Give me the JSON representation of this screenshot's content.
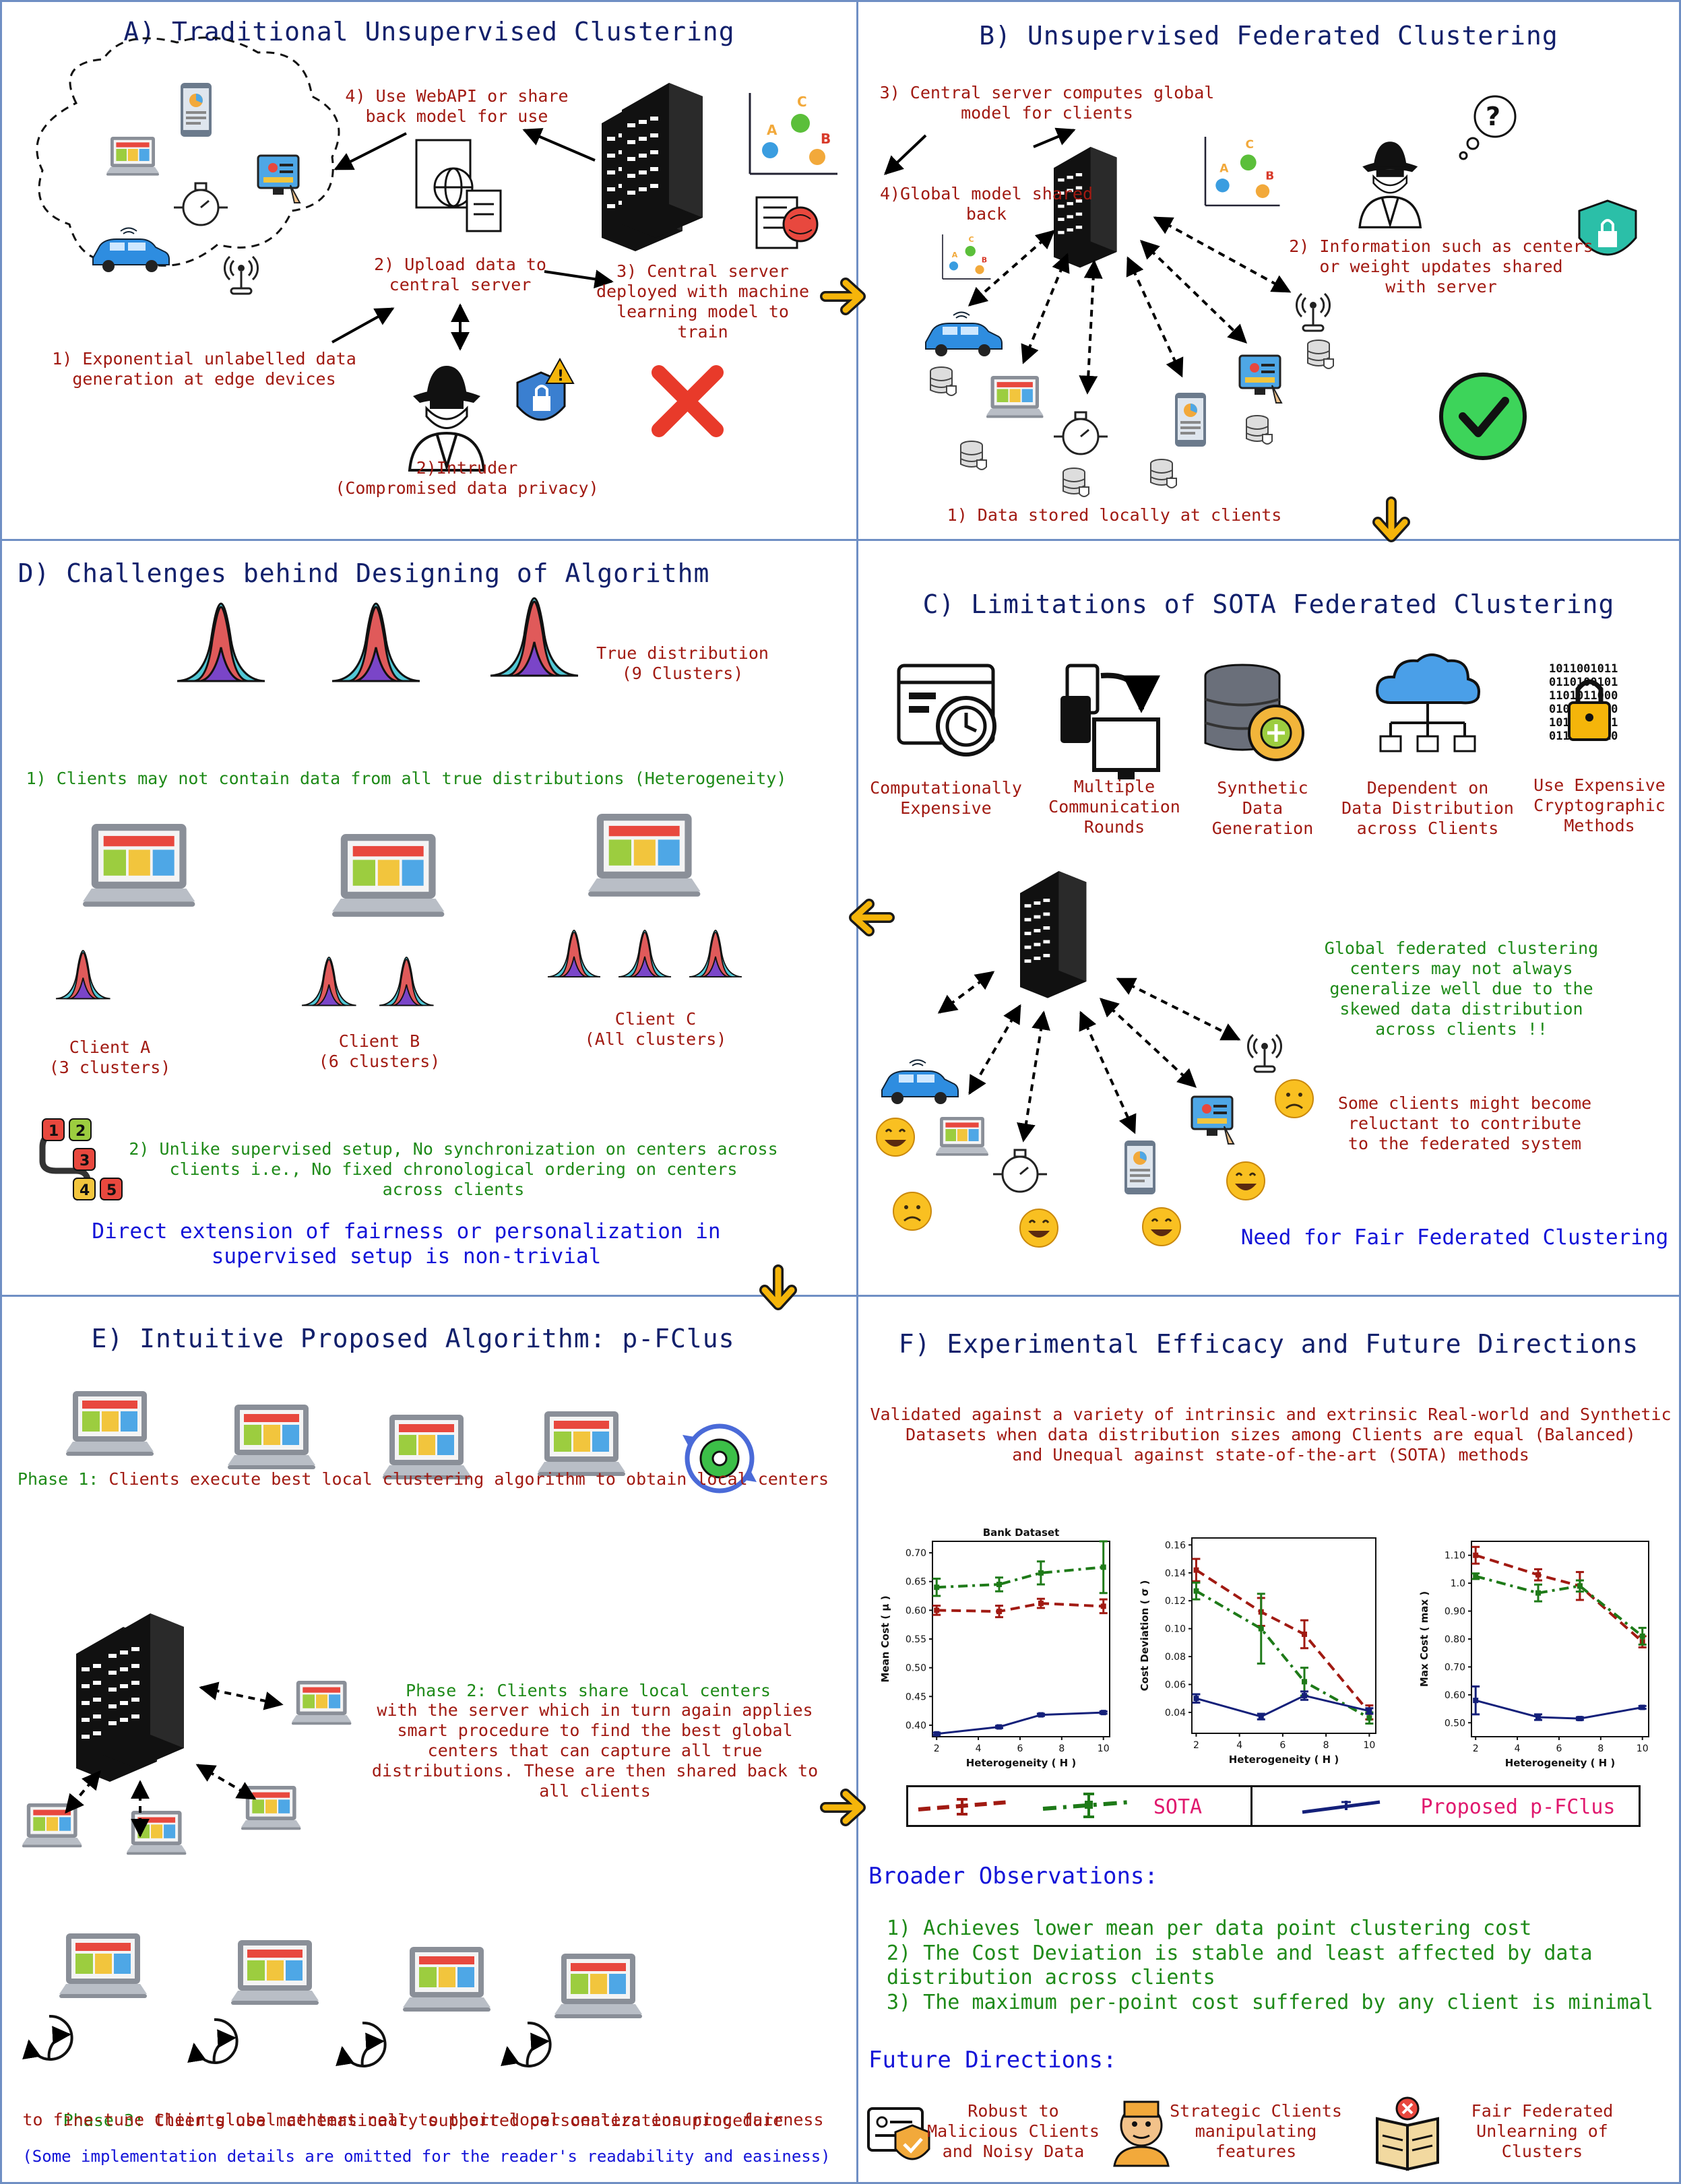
{
  "panels": {
    "A": {
      "title": "A) Traditional Unsupervised Clustering",
      "step4": "4) Use WebAPI or share\nback model for use",
      "step2": "2) Upload data to\ncentral server",
      "step3": "3) Central server\ndeployed with machine\nlearning model to train",
      "step1": "1) Exponential unlabelled data\ngeneration at edge devices",
      "intruder": "2)Intruder\n(Compromised data privacy)"
    },
    "B": {
      "title": "B) Unsupervised Federated Clustering",
      "step3": "3) Central server computes global\nmodel for clients",
      "step4": "4)Global model shared\nback",
      "step2": "2) Information such as centers\nor weight updates shared\nwith server",
      "step1": "1) Data stored locally at clients"
    },
    "C": {
      "title": "C) Limitations of SOTA Federated Clustering",
      "limitations": [
        "Computationally\nExpensive",
        "Multiple\nCommunication\nRounds",
        "Synthetic\nData\nGeneration",
        "Dependent on\nData Distribution\nacross Clients",
        "Use Expensive\nCryptographic\nMethods"
      ],
      "note1": "Global federated clustering\ncenters may not always\ngeneralize well due to the\nskewed data distribution\nacross clients !!",
      "note2": "Some clients might become\nreluctant to contribute\nto the federated system",
      "need": "Need for Fair Federated Clustering"
    },
    "D": {
      "title": "D) Challenges behind Designing of Algorithm",
      "true_dist": "True distribution\n(9 Clusters)",
      "challenge1": "1) Clients may not contain data from all true distributions (Heterogeneity)",
      "clientA": "Client A\n(3 clusters)",
      "clientB": "Client B\n(6 clusters)",
      "clientC": "Client C\n(All clusters)",
      "challenge2": "2) Unlike supervised setup, No synchronization on centers across\nclients i.e., No fixed chronological ordering on centers\nacross clients",
      "order_labels": [
        "1",
        "2",
        "3",
        "4",
        "5"
      ],
      "conclusion": "Direct extension of fairness or personalization in\nsupervised setup is non-trivial"
    },
    "E": {
      "title": "E) Intuitive Proposed Algorithm: p-FClus",
      "phase1_label": "Phase 1:",
      "phase1_text": " Clients execute best local clustering algorithm to obtain local centers",
      "phase2_label": "Phase 2: Clients share local centers",
      "phase2_text": "with the server which in turn again applies\nsmart procedure to find the best global\ncenters that can capture all true\ndistributions. These are then shared back to\nall clients",
      "phase3_label": "Phase 3:",
      "phase3_text1": " Clients use mathematically supported personalization procedure",
      "phase3_text2": "to fine-tune their global centers near to their local centers ensuring fairness",
      "footnote": "(Some implementation details are omitted for the reader's readability and easiness)"
    },
    "F": {
      "title": "F) Experimental Efficacy and Future Directions",
      "validated": "Validated against a variety of intrinsic and extrinsic Real-world and Synthetic\nDatasets when data distribution sizes among Clients are equal (Balanced)\nand Unequal against state-of-the-art (SOTA) methods",
      "legend_sota": "SOTA",
      "legend_proposed": "Proposed p-FClus",
      "broader_title": "Broader Observations:",
      "observations": [
        "1) Achieves lower mean per data point clustering cost",
        "2) The Cost Deviation is stable and least affected by data\ndistribution across clients",
        "3) The maximum per-point cost suffered by any client is minimal"
      ],
      "future_title": "Future Directions:",
      "future": [
        "Robust to\nMalicious Clients\nand Noisy Data",
        "Strategic Clients\nmanipulating\nfeatures",
        "Fair Federated\nUnlearning of\nClusters"
      ]
    }
  },
  "chart_data": [
    {
      "type": "line",
      "title": "Bank Dataset",
      "xlabel": "Heterogeneity ( H )",
      "ylabel": "Mean Cost ( μ )",
      "x": [
        2,
        5,
        7,
        10
      ],
      "xticks": [
        2,
        4,
        6,
        8,
        10
      ],
      "yticks": [
        0.4,
        0.45,
        0.5,
        0.55,
        0.6,
        0.65,
        0.7
      ],
      "ylim": [
        0.38,
        0.72
      ],
      "xlim": [
        1.8,
        10.3
      ],
      "series": [
        {
          "values": [
            0.6,
            0.598,
            0.612,
            0.607
          ],
          "err": [
            0.008,
            0.01,
            0.008,
            0.012
          ],
          "color": "#a11a12",
          "style": "dashed"
        },
        {
          "values": [
            0.64,
            0.645,
            0.665,
            0.675
          ],
          "err": [
            0.015,
            0.012,
            0.02,
            0.045
          ],
          "color": "#1e7a18",
          "style": "dashdot"
        },
        {
          "values": [
            0.385,
            0.397,
            0.418,
            0.422
          ],
          "err": [
            0.002,
            0.002,
            0.002,
            0.002
          ],
          "color": "#14207a",
          "style": "solid"
        }
      ]
    },
    {
      "type": "line",
      "title": "",
      "xlabel": "Heterogeneity ( H )",
      "ylabel": "Cost Deviation ( σ )",
      "x": [
        2,
        5,
        7,
        10
      ],
      "xticks": [
        2,
        4,
        6,
        8,
        10
      ],
      "yticks": [
        0.04,
        0.06,
        0.08,
        0.1,
        0.12,
        0.14,
        0.16
      ],
      "ylim": [
        0.025,
        0.165
      ],
      "xlim": [
        1.8,
        10.3
      ],
      "series": [
        {
          "values": [
            0.142,
            0.112,
            0.096,
            0.04
          ],
          "err": [
            0.008,
            0.01,
            0.01,
            0.005
          ],
          "color": "#a11a12",
          "style": "dashed"
        },
        {
          "values": [
            0.127,
            0.1,
            0.062,
            0.036
          ],
          "err": [
            0.006,
            0.025,
            0.01,
            0.004
          ],
          "color": "#1e7a18",
          "style": "dashdot"
        },
        {
          "values": [
            0.05,
            0.037,
            0.052,
            0.041
          ],
          "err": [
            0.003,
            0.002,
            0.003,
            0.002
          ],
          "color": "#14207a",
          "style": "solid"
        }
      ]
    },
    {
      "type": "line",
      "title": "",
      "xlabel": "Heterogeneity ( H )",
      "ylabel": "Max Cost ( max )",
      "x": [
        2,
        5,
        7,
        10
      ],
      "xticks": [
        2,
        4,
        6,
        8,
        10
      ],
      "yticks": [
        0.5,
        0.6,
        0.7,
        0.8,
        0.9,
        1.0,
        1.1
      ],
      "ylim": [
        0.45,
        1.15
      ],
      "xlim": [
        1.8,
        10.3
      ],
      "series": [
        {
          "values": [
            1.1,
            1.03,
            0.99,
            0.79
          ],
          "err": [
            0.03,
            0.02,
            0.05,
            0.02
          ],
          "color": "#a11a12",
          "style": "dashed"
        },
        {
          "values": [
            1.025,
            0.965,
            0.99,
            0.81
          ],
          "err": [
            0.01,
            0.03,
            0.02,
            0.03
          ],
          "color": "#1e7a18",
          "style": "dashdot"
        },
        {
          "values": [
            0.58,
            0.52,
            0.515,
            0.555
          ],
          "err": [
            0.05,
            0.01,
            0.005,
            0.005
          ],
          "color": "#14207a",
          "style": "solid"
        }
      ]
    }
  ]
}
